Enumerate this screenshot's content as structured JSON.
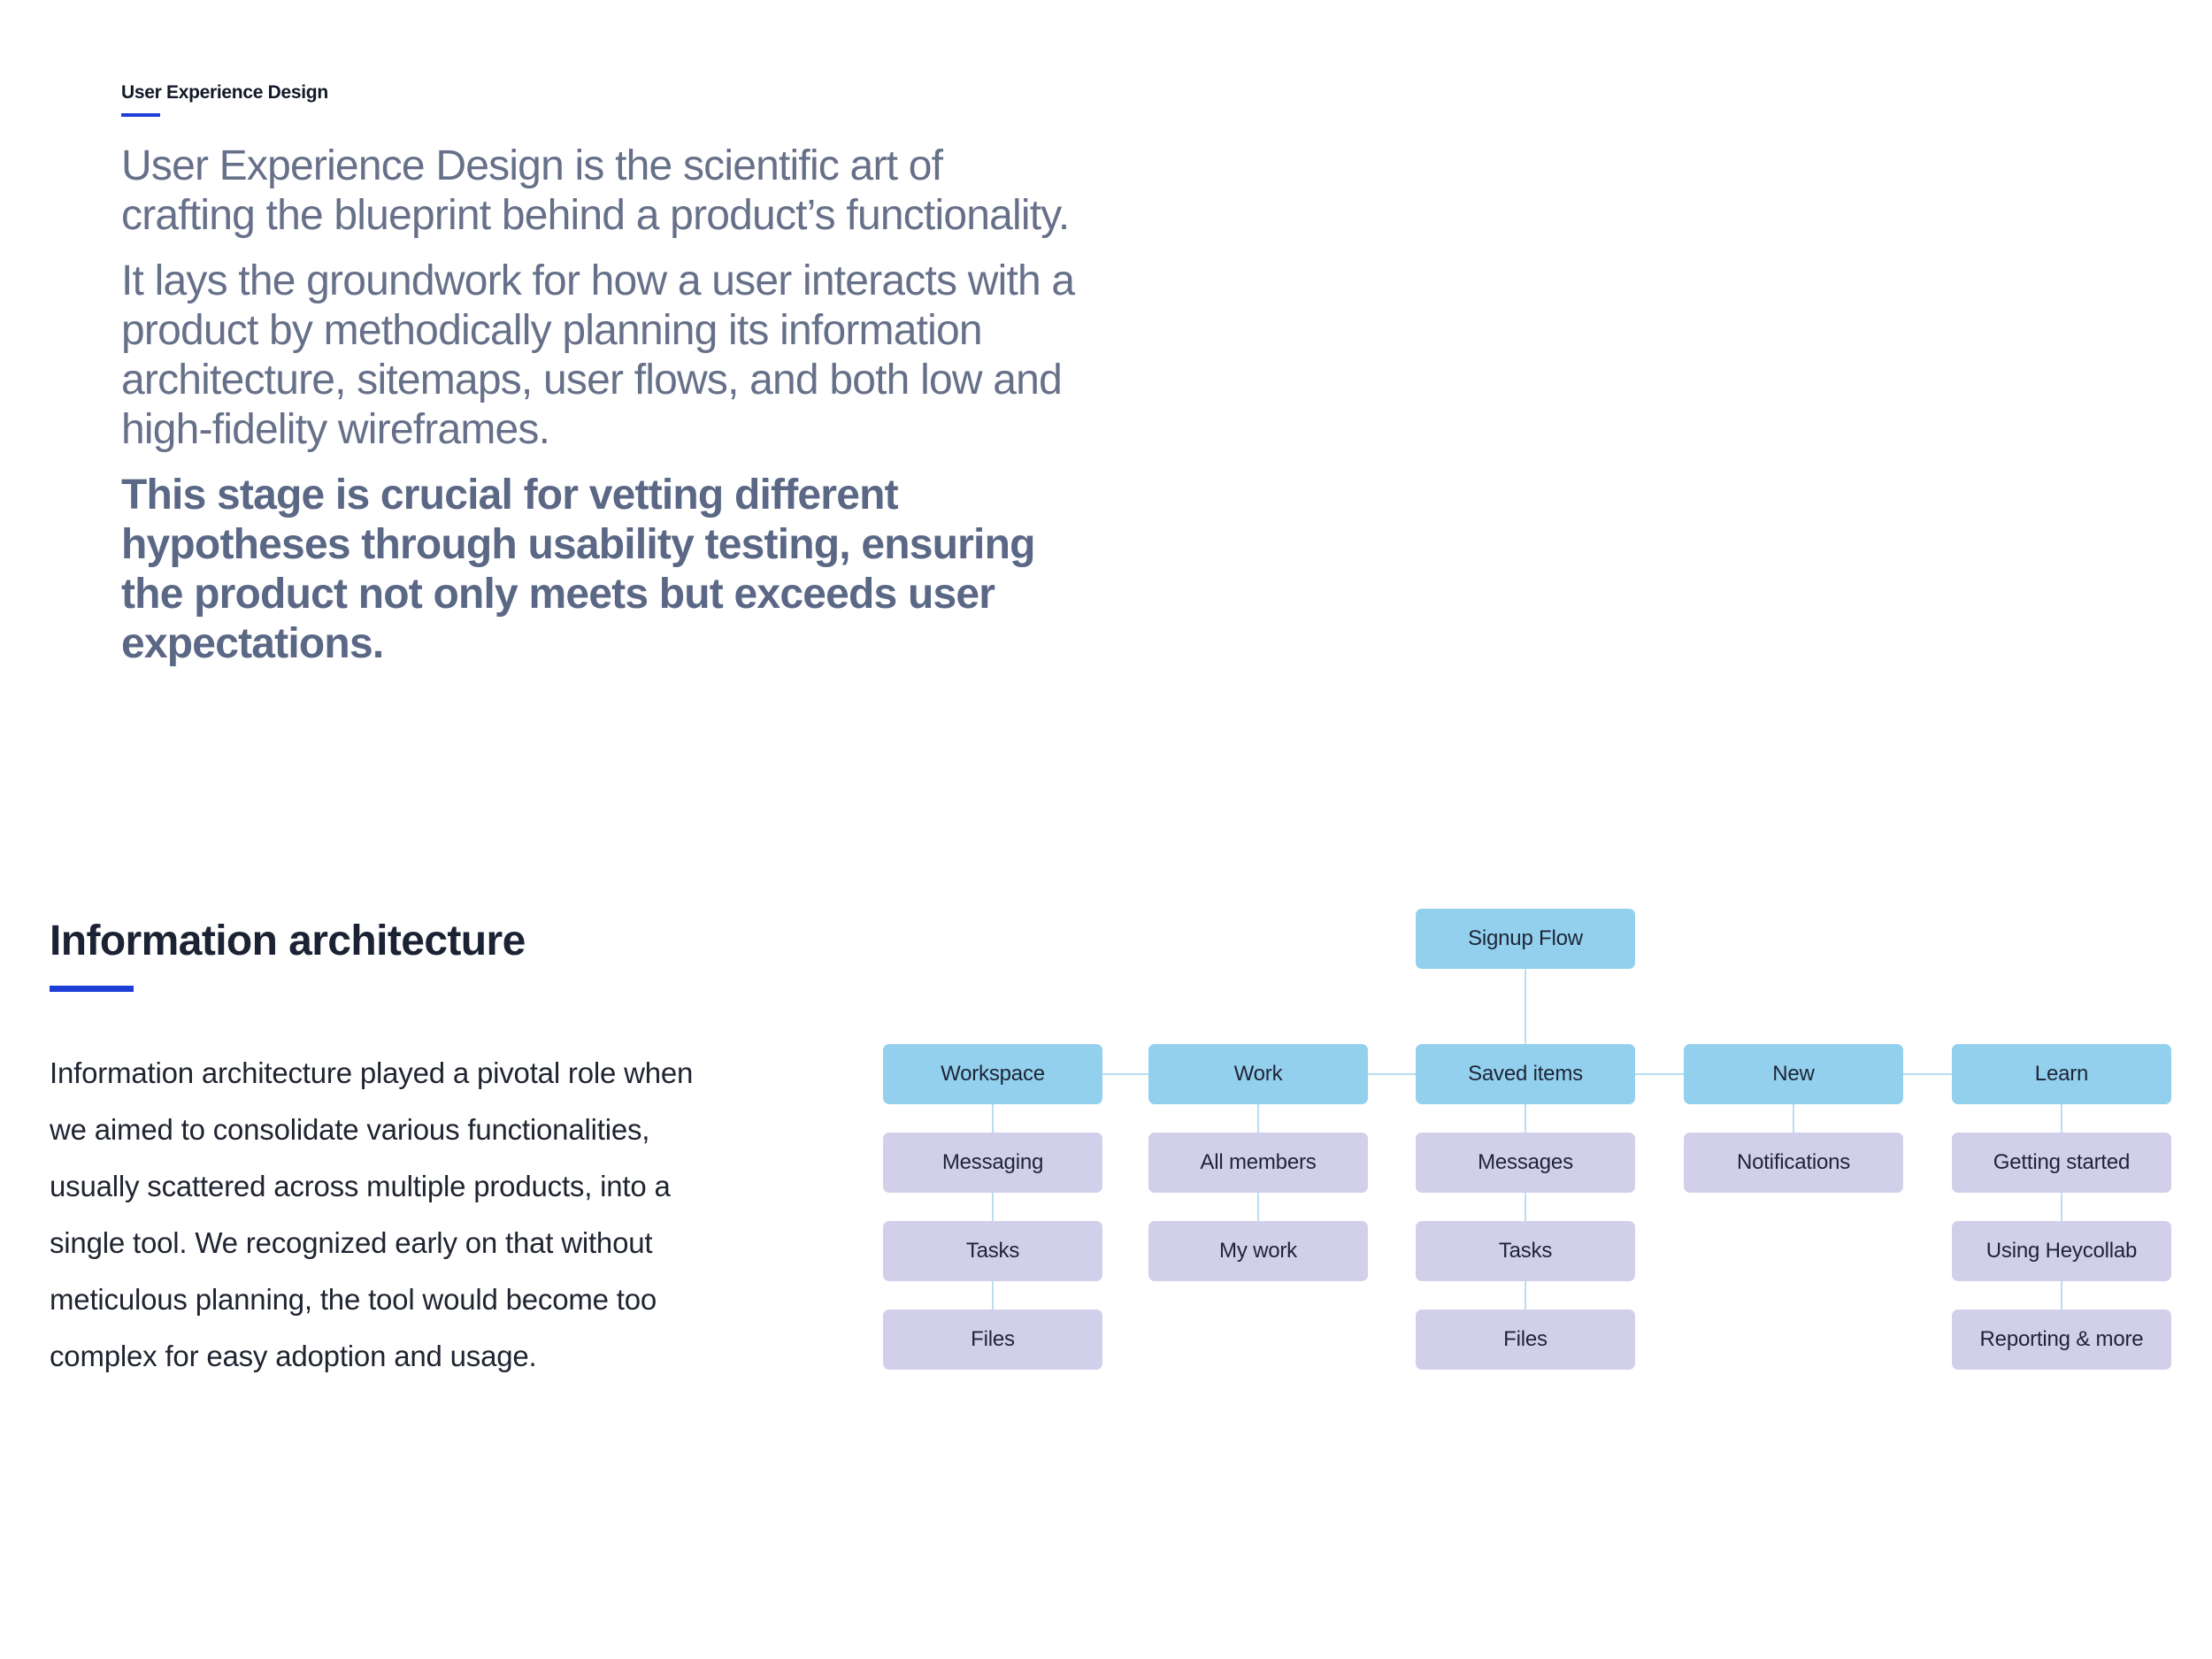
{
  "eyebrow": "User Experience Design",
  "intro": {
    "p1": "User Experience Design is the scientific art of crafting the blueprint behind a product’s functionality.",
    "p2": "It lays the groundwork for how a user interacts with a product by methodically planning its information architecture, sitemaps, user flows, and both low and high-fidelity wireframes.",
    "p3": "This stage is crucial for vetting different hypotheses through usability testing, ensuring the product not only meets but exceeds user expectations."
  },
  "ia": {
    "heading": "Information architecture",
    "body": "Information architecture played a pivotal role when we aimed to consolidate various functionalities, usually scattered across multiple products, into a single tool. We recognized early on that without meticulous planning, the tool would become too complex for easy adoption and usage."
  },
  "sitemap": {
    "root": "Signup Flow",
    "columns": [
      {
        "label": "Workspace",
        "children": [
          "Messaging",
          "Tasks",
          "Files"
        ]
      },
      {
        "label": "Work",
        "children": [
          "All members",
          "My work"
        ]
      },
      {
        "label": "Saved items",
        "children": [
          "Messages",
          "Tasks",
          "Files"
        ]
      },
      {
        "label": "New",
        "children": [
          "Notifications"
        ]
      },
      {
        "label": "Learn",
        "children": [
          "Getting started",
          "Using Heycollab",
          "Reporting & more"
        ]
      }
    ],
    "colors": {
      "primary": "#93d0ee",
      "secondary": "#d2cfeb",
      "connector": "#b9def2",
      "accent": "#1d3fd8"
    }
  }
}
